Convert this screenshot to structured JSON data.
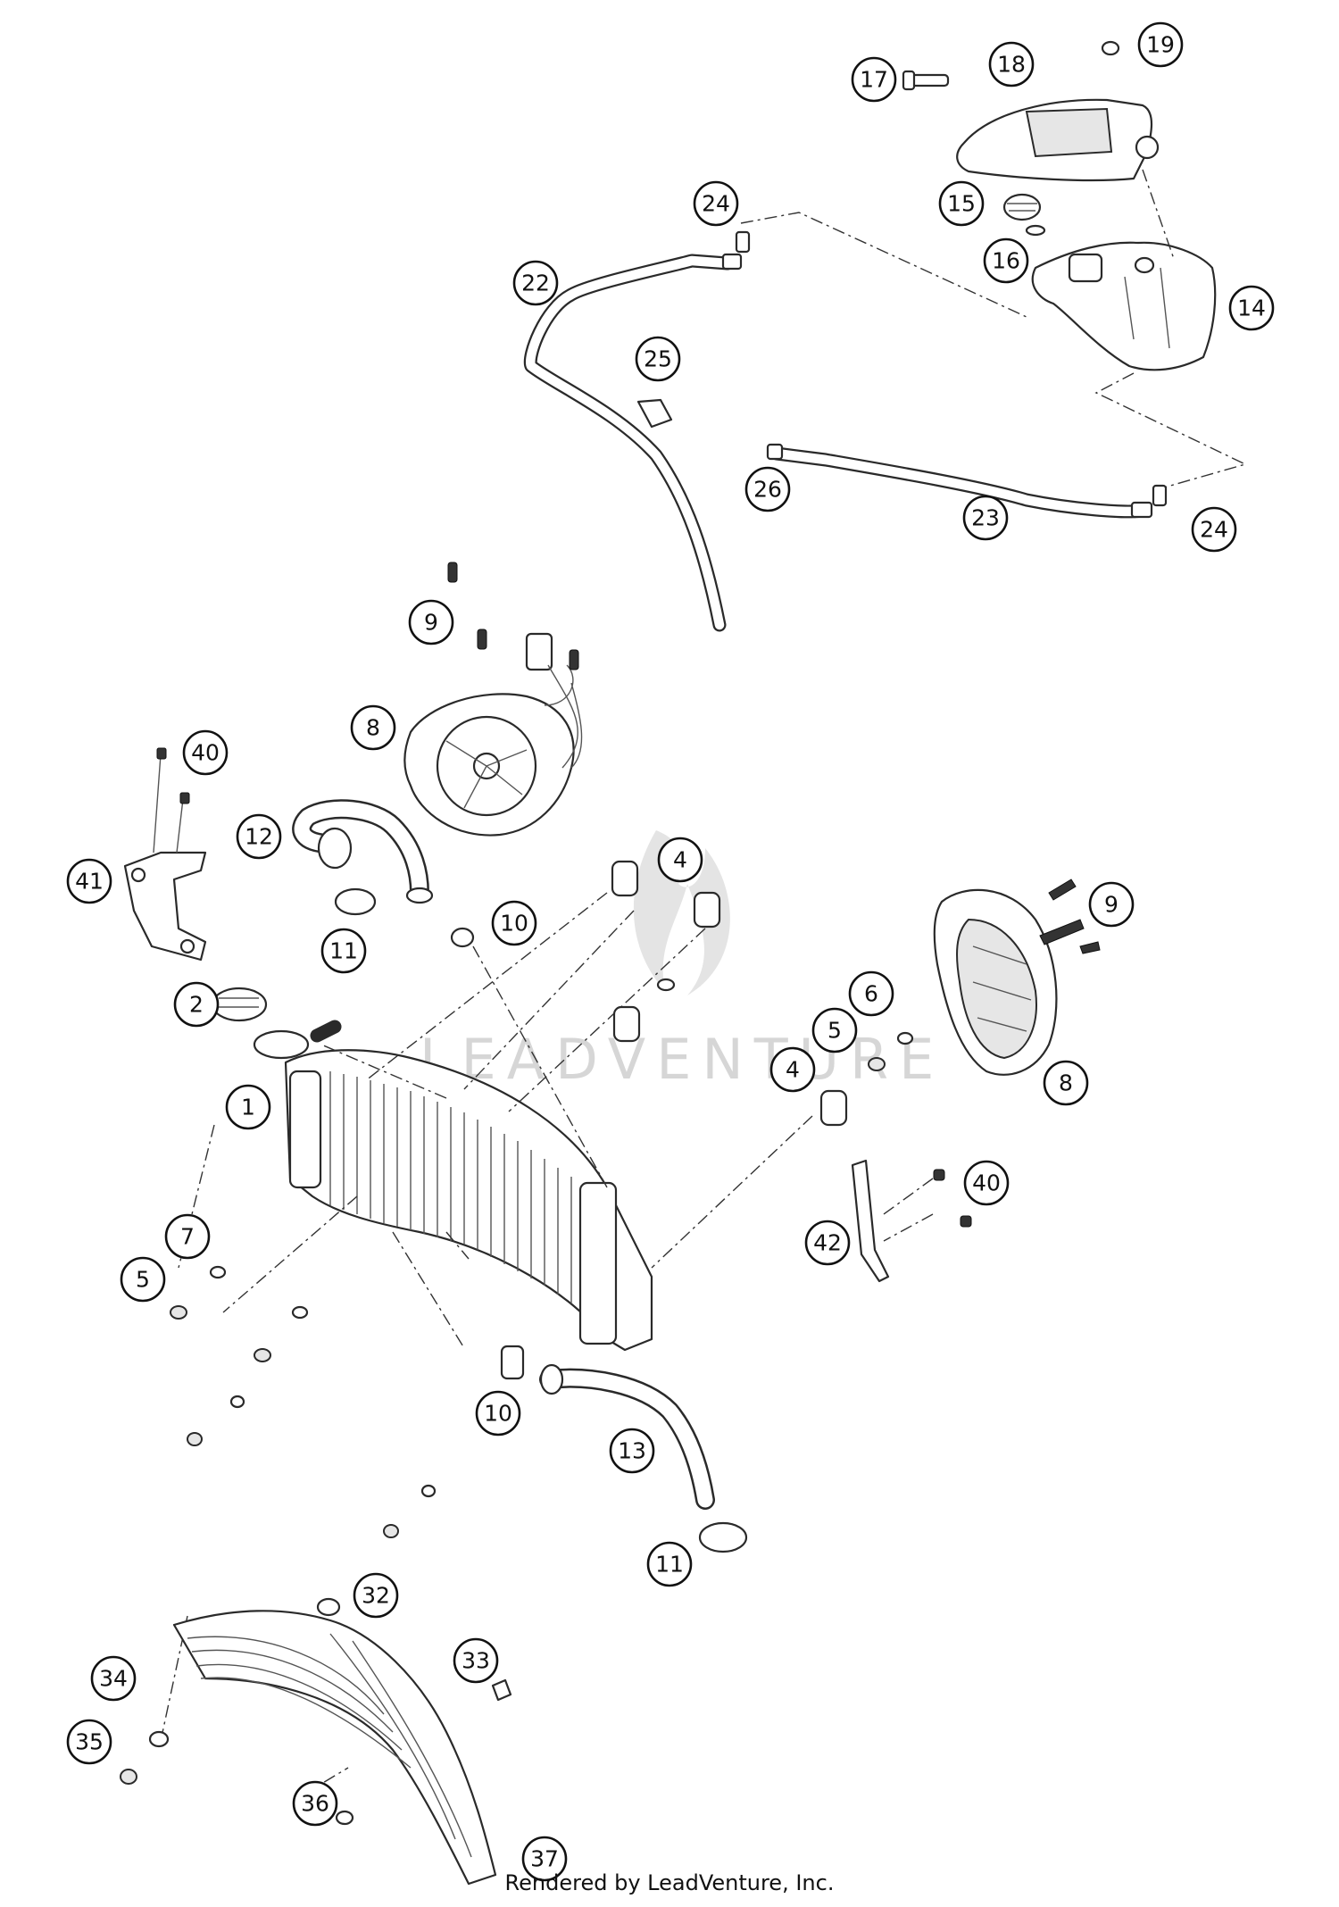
{
  "footer": {
    "credit": "Rendered by LeadVenture, Inc."
  },
  "watermark": {
    "text": "LEADVENTURE",
    "color": "#d6d6d6"
  },
  "callouts": [
    {
      "label": "1"
    },
    {
      "label": "2"
    },
    {
      "label": "4"
    },
    {
      "label": "4"
    },
    {
      "label": "5"
    },
    {
      "label": "5"
    },
    {
      "label": "6"
    },
    {
      "label": "7"
    },
    {
      "label": "8"
    },
    {
      "label": "8"
    },
    {
      "label": "9"
    },
    {
      "label": "9"
    },
    {
      "label": "10"
    },
    {
      "label": "10"
    },
    {
      "label": "11"
    },
    {
      "label": "11"
    },
    {
      "label": "12"
    },
    {
      "label": "13"
    },
    {
      "label": "14"
    },
    {
      "label": "15"
    },
    {
      "label": "16"
    },
    {
      "label": "17"
    },
    {
      "label": "18"
    },
    {
      "label": "19"
    },
    {
      "label": "22"
    },
    {
      "label": "23"
    },
    {
      "label": "24"
    },
    {
      "label": "24"
    },
    {
      "label": "25"
    },
    {
      "label": "26"
    },
    {
      "label": "32"
    },
    {
      "label": "33"
    },
    {
      "label": "34"
    },
    {
      "label": "35"
    },
    {
      "label": "36"
    },
    {
      "label": "37"
    },
    {
      "label": "40"
    },
    {
      "label": "40"
    },
    {
      "label": "41"
    },
    {
      "label": "42"
    }
  ]
}
